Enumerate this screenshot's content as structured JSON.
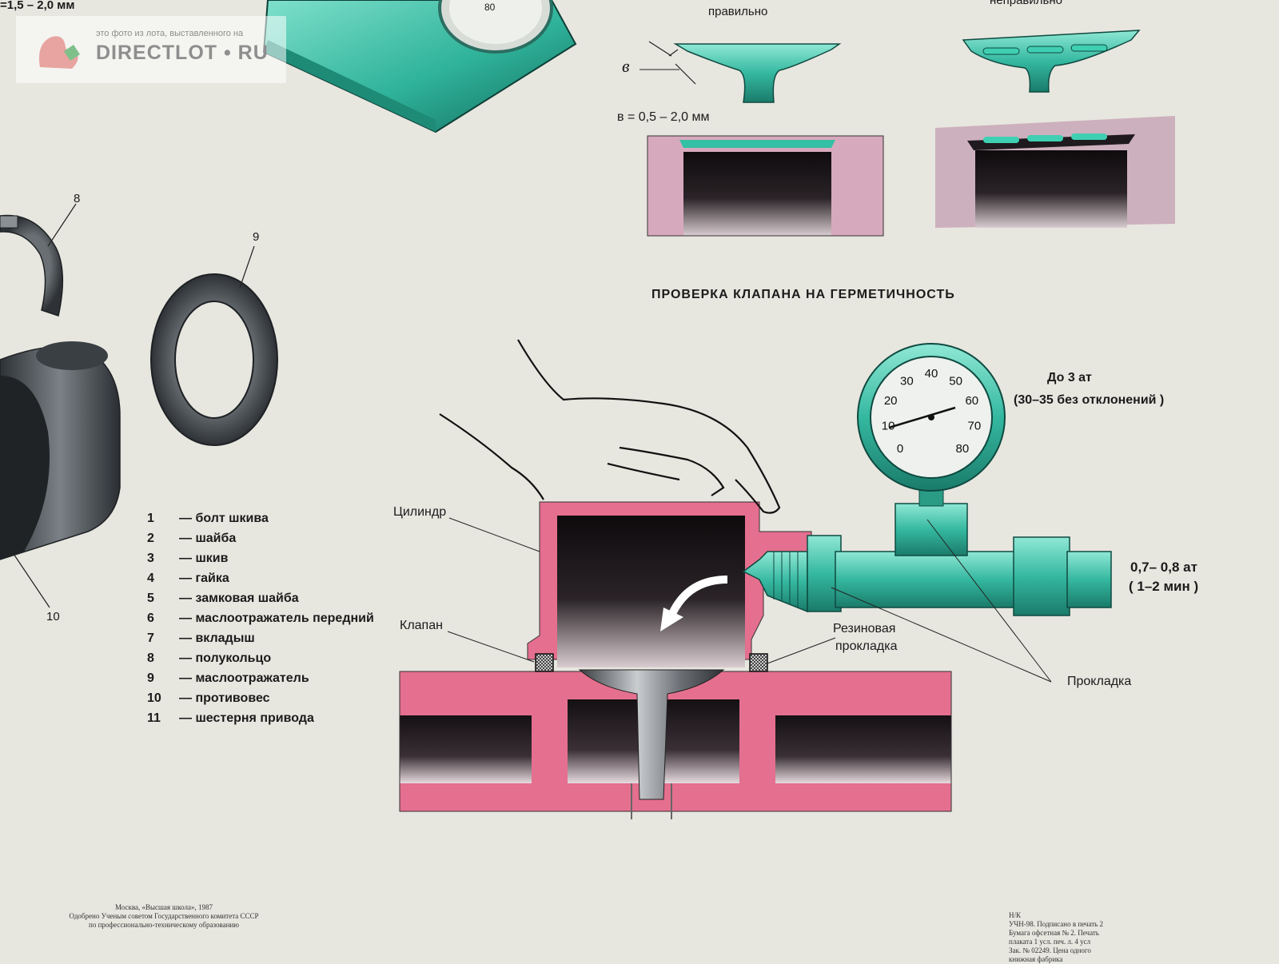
{
  "watermark": {
    "note": "это фото из лота, выставленного на",
    "name": "DIRECTLOT • RU"
  },
  "top_left_dimension": "=1,5 – 2,0 мм",
  "top_gauge_visible_mark": "80",
  "valve_seat": {
    "correct_label": "правильно",
    "incorrect_label": "неправильно",
    "width_symbol": "в",
    "width_note": "в = 0,5 – 2,0 мм"
  },
  "parts_callouts": {
    "ring_8": "8",
    "ring_9": "9",
    "counterweight_10": "10"
  },
  "legend": [
    {
      "num": "1",
      "text": "— болт шкива"
    },
    {
      "num": "2",
      "text": "— шайба"
    },
    {
      "num": "3",
      "text": "— шкив"
    },
    {
      "num": "4",
      "text": "— гайка"
    },
    {
      "num": "5",
      "text": "— замковая шайба"
    },
    {
      "num": "6",
      "text": "— маслоотражатель передний"
    },
    {
      "num": "7",
      "text": "— вкладыш"
    },
    {
      "num": "8",
      "text": "— полукольцо"
    },
    {
      "num": "9",
      "text": "— маслоотражатель"
    },
    {
      "num": "10",
      "text": "— противовес"
    },
    {
      "num": "11",
      "text": "— шестерня привода"
    }
  ],
  "leak_test": {
    "title": "ПРОВЕРКА КЛАПАНА НА ГЕРМЕТИЧНОСТЬ",
    "cylinder_label": "Цилиндр",
    "valve_label": "Клапан",
    "rubber_gasket_label_1": "Резиновая",
    "rubber_gasket_label_2": "прокладка",
    "gasket_label": "Прокладка",
    "gauge_note_1": "До 3 ат",
    "gauge_note_2": "(30–35 без отклонений )",
    "supply_note_1": "0,7– 0,8 ат",
    "supply_note_2": "( 1–2 мин )",
    "gauge_marks": [
      "0",
      "10",
      "20",
      "30",
      "40",
      "50",
      "60",
      "70",
      "80"
    ]
  },
  "imprint_left": [
    "Москва, «Высшая школа», 1987",
    "Одобрено Ученым советом Государственного комитета СССР",
    "по профессионально-техническому образованию"
  ],
  "imprint_right": [
    "Н/К",
    "УЧН-98. Подписано в печать 2",
    "Бумага офсетная № 2. Печать",
    "плаката 1 усл. печ. л. 4 усл",
    "Зак. № 02249. Цена одного",
    "книжная фабрика"
  ]
}
